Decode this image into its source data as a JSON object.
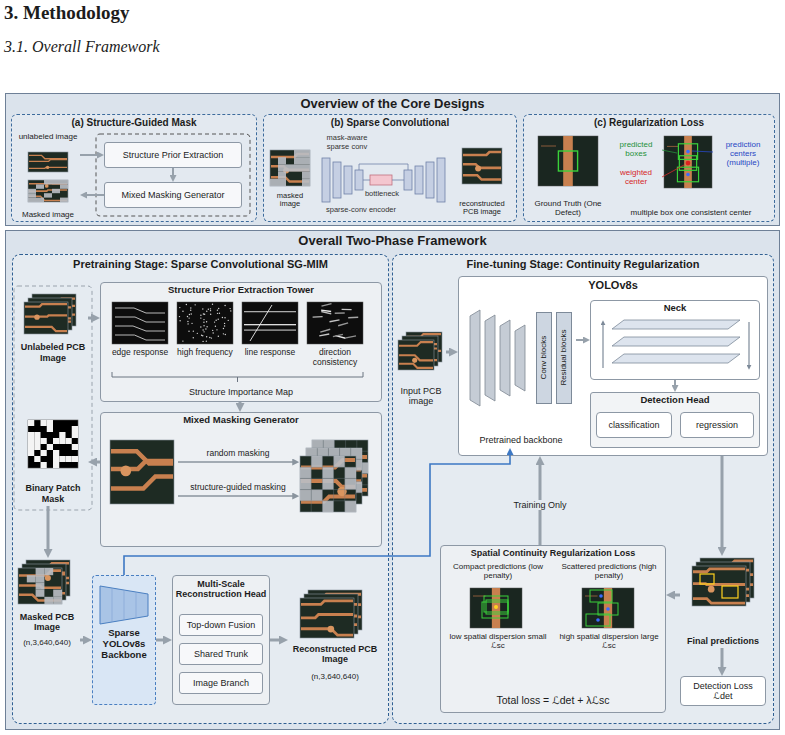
{
  "diagram": {
    "title": "3. Methodology",
    "nodes": [
      {
        "text": [
          "Overview of the Core Designs"
        ]
      },
      {
        "text": [
          "(a) Structure-Guided Mask"
        ],
        "in": 0
      },
      {
        "text": [
          "unlabeled image"
        ],
        "in": 1
      },
      {
        "text": [
          "Masked image"
        ],
        "in": 1
      },
      {
        "text": [
          "Structure Prior Extraction"
        ],
        "in": 1
      },
      {
        "text": [
          "Mixed Masking Generator"
        ],
        "in": 1
      },
      {
        "text": [
          "(b) Sparse Convolutional"
        ],
        "in": 0
      },
      {
        "text": [
          "masked image"
        ],
        "in": 6
      },
      {
        "text": [
          "reconstructed PCB image"
        ],
        "in": 6
      },
      {
        "text": [
          "(c) Regularization Loss"
        ],
        "in": 0
      },
      {
        "text": [
          "Ground Truth (One Defect)"
        ],
        "in": 9
      },
      {
        "text": [
          "multiple box one consistent center"
        ],
        "in": 9
      },
      {
        "text": [
          "Overall Two-Phase Framework"
        ]
      },
      {
        "text": [
          "Pretraining Stage: Sparse Convolutional SG-MIM"
        ],
        "in": 12
      },
      {
        "text": [
          "Unlabeled PCB Image"
        ],
        "in": 13
      },
      {
        "text": [
          "Structure Prior Extraction Tower",
          "Structure Importance Map"
        ],
        "in": 13
      },
      {
        "text": [
          "Binary Patch Mask"
        ],
        "in": 13
      },
      {
        "text": [
          "Mixed Masking Generator"
        ],
        "in": 13
      },
      {
        "text": [
          "Masked PCB Image",
          "(n,3,640,640)"
        ],
        "in": 13
      },
      {
        "text": [
          "Sparse YOLOv8s Backbone"
        ],
        "in": 13
      },
      {
        "text": [
          "Multi-Scale Reconstruction Head"
        ],
        "in": 13
      },
      {
        "text": [
          "Top-down Fusion"
        ],
        "in": 20
      },
      {
        "text": [
          "Shared Trunk"
        ],
        "in": 20
      },
      {
        "text": [
          "Image Branch"
        ],
        "in": 20
      },
      {
        "text": [
          "Reconstructed PCB Image",
          "(n,3,640,640)"
        ],
        "in": 13
      },
      {
        "text": [
          "Fine-tuning Stage: Continuity Regularization"
        ],
        "in": 12
      },
      {
        "text": [
          "Input PCB image"
        ],
        "in": 25
      },
      {
        "text": [
          "YOLOv8s"
        ],
        "in": 25
      },
      {
        "text": [
          "Pretrained backbone"
        ],
        "in": 27
      },
      {
        "text": [
          "Conv blocks"
        ],
        "in": 28
      },
      {
        "text": [
          "Residual blocks"
        ],
        "in": 28
      },
      {
        "text": [
          "Neck"
        ],
        "in": 27
      },
      {
        "text": [
          "Detection Head"
        ],
        "in": 27
      },
      {
        "text": [
          "classification"
        ],
        "in": 32
      },
      {
        "text": [
          "regression"
        ],
        "in": 32
      },
      {
        "text": [
          "Spatial Continuity Regularization Loss",
          "Total loss = ℒdet + λℒsc"
        ],
        "in": 25
      },
      {
        "text": [
          "Final predictions"
        ],
        "in": 25
      },
      {
        "text": [
          "Detection Loss ℒdet"
        ],
        "in": 25
      }
    ],
    "edges": [
      {
        "from": 2,
        "to": 4,
        "arrow": "to"
      },
      {
        "from": 4,
        "to": 5,
        "arrow": "to"
      },
      {
        "from": 5,
        "to": 3,
        "arrow": "to"
      },
      {
        "from": 14,
        "to": 15,
        "arrow": "to"
      },
      {
        "from": 15,
        "to": 17,
        "arrow": "to"
      },
      {
        "from": 17,
        "to": 16,
        "arrow": "to"
      },
      {
        "from": 16,
        "to": 18,
        "arrow": "to"
      },
      {
        "from": 18,
        "to": 19,
        "arrow": "to"
      },
      {
        "from": 19,
        "to": 20,
        "arrow": "to"
      },
      {
        "from": 20,
        "to": 24,
        "arrow": "to"
      },
      {
        "from": 19,
        "to": 28,
        "arrow": "to"
      },
      {
        "from": 26,
        "to": 27,
        "arrow": "to"
      },
      {
        "from": 28,
        "to": 31,
        "arrow": "to"
      },
      {
        "from": 31,
        "to": 32,
        "arrow": "to"
      },
      {
        "from": 27,
        "to": 36,
        "arrow": "to"
      },
      {
        "from": 36,
        "to": 35,
        "arrow": "to"
      },
      {
        "from": 35,
        "to": 27,
        "label": "Training Only",
        "arrow": "to"
      },
      {
        "from": 36,
        "to": 37,
        "arrow": "to"
      }
    ],
    "labels": [
      "3.1. Overall Framework",
      "mask-aware sparse conv",
      "bottleneck",
      "sparse-conv encoder",
      "predicted boxes",
      "weighted center",
      "prediction centers (multiple)",
      "edge response",
      "high frequency",
      "line response",
      "direction consistency",
      "random masking",
      "structure-guided masking",
      "Compact predictions (low penalty)",
      "Scattered predictions (high penalty)",
      "low spatial dispersion small ℒsc",
      "high spatial dispersion large ℒsc"
    ]
  }
}
